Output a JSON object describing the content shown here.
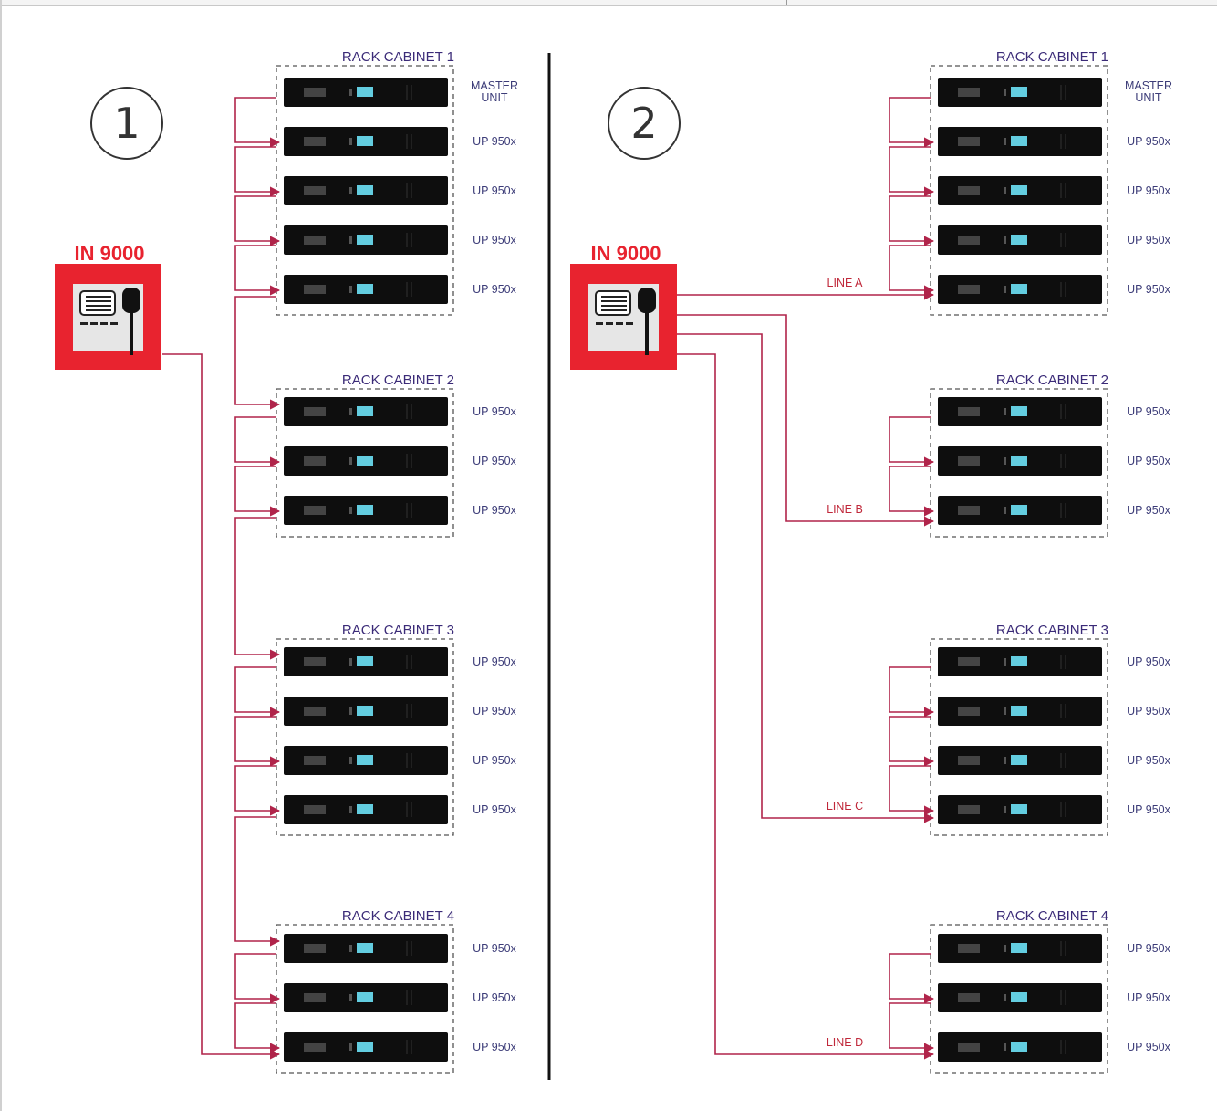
{
  "colors": {
    "accent_red": "#e8232f",
    "wire_red": "#b0244a",
    "cabinet_title": "#3b2b78",
    "unit_label": "#3c3c78",
    "line_label": "#c0283a",
    "device_black": "#0e0e0e",
    "display_cyan": "#63cde0"
  },
  "icons": {
    "panel": "paging-console-icon",
    "unit": "amplifier-unit-icon"
  },
  "panels": [
    {
      "number": "1",
      "controller_label": "IN 9000",
      "cabinets": [
        {
          "title": "RACK CABINET 1",
          "units": [
            "MASTER UNIT",
            "UP 950x",
            "UP 950x",
            "UP 950x",
            "UP 950x"
          ]
        },
        {
          "title": "RACK CABINET 2",
          "units": [
            "UP 950x",
            "UP 950x",
            "UP 950x"
          ]
        },
        {
          "title": "RACK CABINET 3",
          "units": [
            "UP 950x",
            "UP 950x",
            "UP 950x",
            "UP 950x"
          ]
        },
        {
          "title": "RACK CABINET 4",
          "units": [
            "UP 950x",
            "UP 950x",
            "UP 950x"
          ]
        }
      ]
    },
    {
      "number": "2",
      "controller_label": "IN 9000",
      "cabinets": [
        {
          "title": "RACK CABINET 1",
          "units": [
            "MASTER UNIT",
            "UP 950x",
            "UP 950x",
            "UP 950x",
            "UP 950x"
          ]
        },
        {
          "title": "RACK CABINET 2",
          "units": [
            "UP 950x",
            "UP 950x",
            "UP 950x"
          ]
        },
        {
          "title": "RACK CABINET 3",
          "units": [
            "UP 950x",
            "UP 950x",
            "UP 950x",
            "UP 950x"
          ]
        },
        {
          "title": "RACK CABINET 4",
          "units": [
            "UP 950x",
            "UP 950x",
            "UP 950x"
          ]
        }
      ],
      "lines": [
        "LINE A",
        "LINE B",
        "LINE C",
        "LINE D"
      ]
    }
  ]
}
